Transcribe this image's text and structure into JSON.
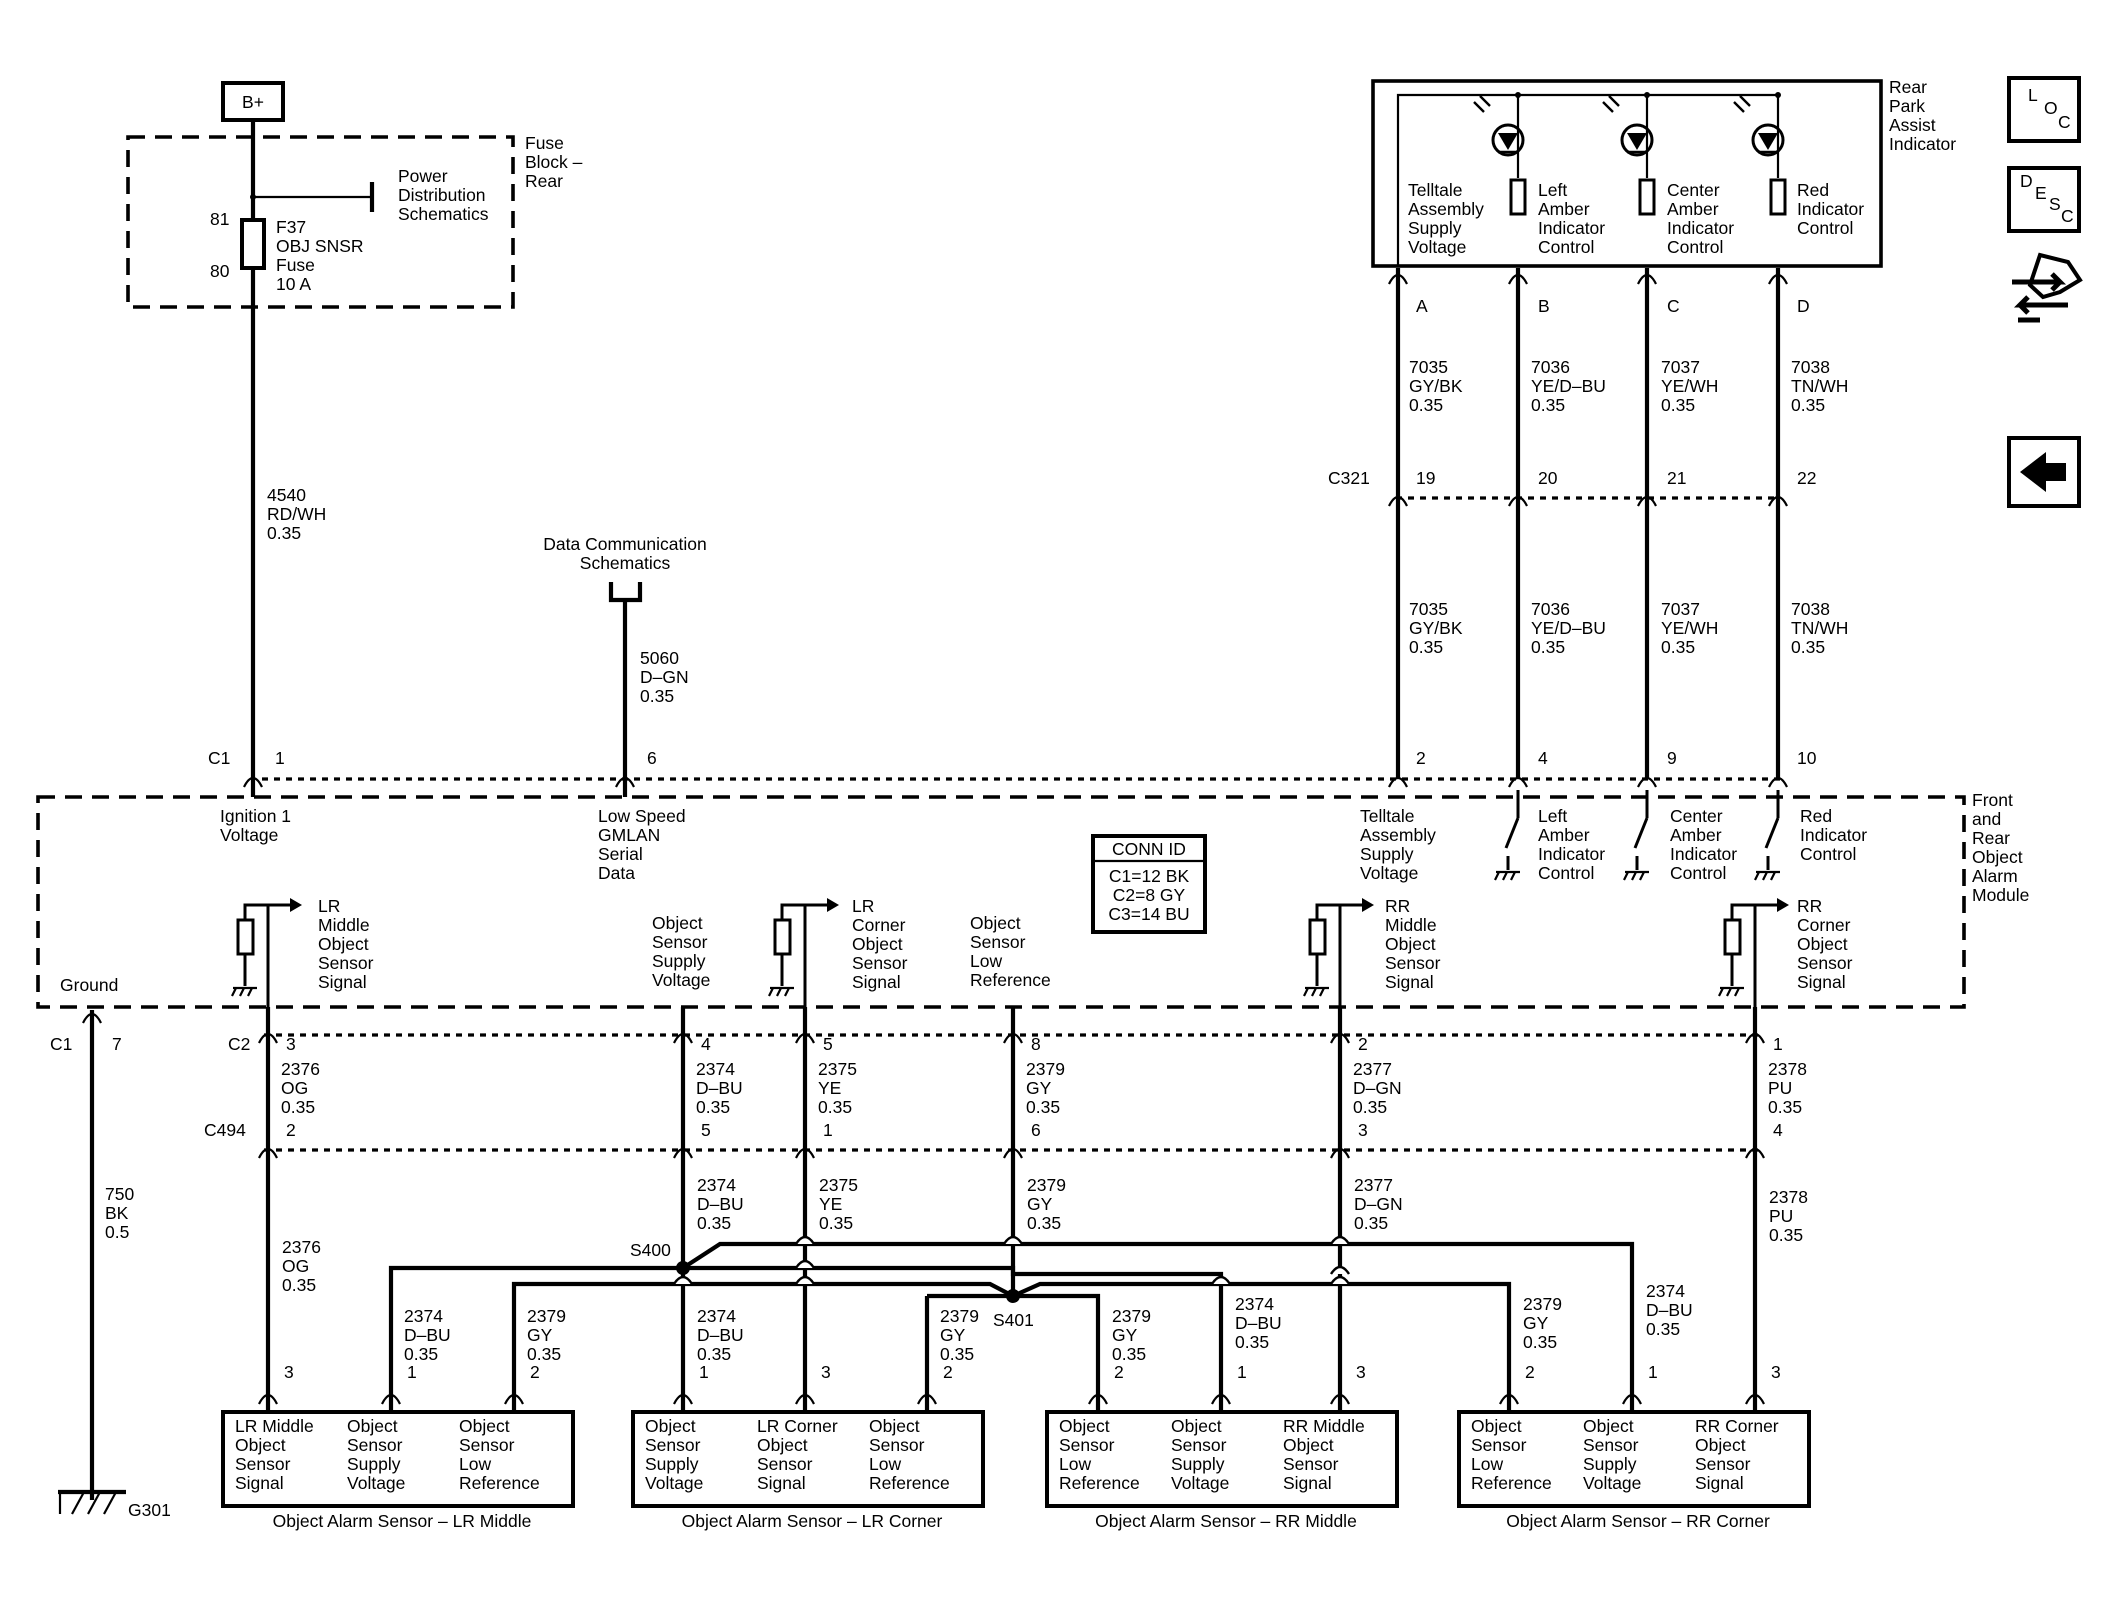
{
  "supply": {
    "label": "B+"
  },
  "fuse_block": {
    "title": [
      "Fuse",
      "Block –",
      "Rear"
    ],
    "power_ref": [
      "Power",
      "Distribution",
      "Schematics"
    ],
    "pin_top": "81",
    "pin_bottom": "80",
    "fuse": [
      "F37",
      "OBJ SNSR",
      "Fuse",
      "10 A"
    ]
  },
  "wire_4540": [
    "4540",
    "RD/WH",
    "0.35"
  ],
  "data_comm": {
    "ref": [
      "Data Communication",
      "Schematics"
    ],
    "wire": [
      "5060",
      "D–GN",
      "0.35"
    ]
  },
  "indicator": {
    "title": [
      "Rear",
      "Park",
      "Assist",
      "Indicator"
    ],
    "functions": [
      [
        "Telltale",
        "Assembly",
        "Supply",
        "Voltage"
      ],
      [
        "Left",
        "Amber",
        "Indicator",
        "Control"
      ],
      [
        "Center",
        "Amber",
        "Indicator",
        "Control"
      ],
      [
        "Red",
        "Indicator",
        "Control"
      ]
    ],
    "pins": [
      "A",
      "B",
      "C",
      "D"
    ],
    "wires": [
      [
        "7035",
        "GY/BK",
        "0.35"
      ],
      [
        "7036",
        "YE/D–BU",
        "0.35"
      ],
      [
        "7037",
        "YE/WH",
        "0.35"
      ],
      [
        "7038",
        "TN/WH",
        "0.35"
      ]
    ]
  },
  "c321": {
    "label": "C321",
    "pins": [
      "19",
      "20",
      "21",
      "22"
    ]
  },
  "module": {
    "title": [
      "Front",
      "and",
      "Rear",
      "Object",
      "Alarm",
      "Module"
    ],
    "c1_label": "C1",
    "c1_top_pins": [
      "1",
      "6",
      "2",
      "4",
      "9",
      "10"
    ],
    "ign": [
      "Ignition 1",
      "Voltage"
    ],
    "gmlan": [
      "Low Speed",
      "GMLAN",
      "Serial",
      "Data"
    ],
    "telltale": [
      "Telltale",
      "Assembly",
      "Supply",
      "Voltage"
    ],
    "left_amber": [
      "Left",
      "Amber",
      "Indicator",
      "Control"
    ],
    "center_amber": [
      "Center",
      "Amber",
      "Indicator",
      "Control"
    ],
    "red_ind": [
      "Red",
      "Indicator",
      "Control"
    ],
    "conn_id": {
      "title": "CONN ID",
      "lines": [
        "C1=12 BK",
        "C2=8 GY",
        "C3=14 BU"
      ]
    },
    "lr_middle_sig": [
      "LR",
      "Middle",
      "Object",
      "Sensor",
      "Signal"
    ],
    "supply_v": [
      "Object",
      "Sensor",
      "Supply",
      "Voltage"
    ],
    "lr_corner_sig": [
      "LR",
      "Corner",
      "Object",
      "Sensor",
      "Signal"
    ],
    "low_ref": [
      "Object",
      "Sensor",
      "Low",
      "Reference"
    ],
    "rr_middle_sig": [
      "RR",
      "Middle",
      "Object",
      "Sensor",
      "Signal"
    ],
    "rr_corner_sig": [
      "RR",
      "Corner",
      "Object",
      "Sensor",
      "Signal"
    ],
    "ground": "Ground"
  },
  "c1_ground": {
    "conn": "C1",
    "pin": "7",
    "wire": [
      "750",
      "BK",
      "0.5"
    ],
    "ground_id": "G301"
  },
  "c2": {
    "label": "C2",
    "pins": [
      "3",
      "4",
      "5",
      "8",
      "2",
      "1"
    ]
  },
  "c494": {
    "label": "C494",
    "pins": [
      "2",
      "5",
      "1",
      "6",
      "3",
      "4"
    ]
  },
  "wires_c2_c494": [
    [
      "2376",
      "OG",
      "0.35"
    ],
    [
      "2374",
      "D–BU",
      "0.35"
    ],
    [
      "2375",
      "YE",
      "0.35"
    ],
    [
      "2379",
      "GY",
      "0.35"
    ],
    [
      "2377",
      "D–GN",
      "0.35"
    ],
    [
      "2378",
      "PU",
      "0.35"
    ]
  ],
  "wires_below_c494": [
    [
      "2376",
      "OG",
      "0.35"
    ],
    [
      "2374",
      "D–BU",
      "0.35"
    ],
    [
      "2375",
      "YE",
      "0.35"
    ],
    [
      "2379",
      "GY",
      "0.35"
    ],
    [
      "2377",
      "D–GN",
      "0.35"
    ],
    [
      "2378",
      "PU",
      "0.35"
    ]
  ],
  "splices": {
    "s400": "S400",
    "s401": "S401"
  },
  "branch_wires": {
    "lrm_supply": [
      "2374",
      "D–BU",
      "0.35"
    ],
    "lrm_lowref": [
      "2379",
      "GY",
      "0.35"
    ],
    "lrc_supply": [
      "2374",
      "D–BU",
      "0.35"
    ],
    "lrc_lowref": [
      "2379",
      "GY",
      "0.35"
    ],
    "rrm_lowref": [
      "2379",
      "GY",
      "0.35"
    ],
    "rrm_supply": [
      "2374",
      "D–BU",
      "0.35"
    ],
    "rrc_lowref": [
      "2379",
      "GY",
      "0.35"
    ],
    "rrc_supply": [
      "2374",
      "D–BU",
      "0.35"
    ]
  },
  "sensors": [
    {
      "title": "Object Alarm Sensor – LR Middle",
      "pins": [
        "3",
        "1",
        "2"
      ],
      "cells": [
        [
          "LR Middle",
          "Object",
          "Sensor",
          "Signal"
        ],
        [
          "Object",
          "Sensor",
          "Supply",
          "Voltage"
        ],
        [
          "Object",
          "Sensor",
          "Low",
          "Reference"
        ]
      ]
    },
    {
      "title": "Object Alarm Sensor – LR Corner",
      "pins": [
        "1",
        "3",
        "2"
      ],
      "cells": [
        [
          "Object",
          "Sensor",
          "Supply",
          "Voltage"
        ],
        [
          "LR Corner",
          "Object",
          "Sensor",
          "Signal"
        ],
        [
          "Object",
          "Sensor",
          "Low",
          "Reference"
        ]
      ]
    },
    {
      "title": "Object Alarm Sensor – RR Middle",
      "pins": [
        "2",
        "1",
        "3"
      ],
      "cells": [
        [
          "Object",
          "Sensor",
          "Low",
          "Reference"
        ],
        [
          "Object",
          "Sensor",
          "Supply",
          "Voltage"
        ],
        [
          "RR Middle",
          "Object",
          "Sensor",
          "Signal"
        ]
      ]
    },
    {
      "title": "Object Alarm Sensor – RR Corner",
      "pins": [
        "2",
        "1",
        "3"
      ],
      "cells": [
        [
          "Object",
          "Sensor",
          "Low",
          "Reference"
        ],
        [
          "Object",
          "Sensor",
          "Supply",
          "Voltage"
        ],
        [
          "RR Corner",
          "Object",
          "Sensor",
          "Signal"
        ]
      ]
    }
  ],
  "nav_icons": {
    "loc": [
      "L",
      "O",
      "C"
    ],
    "desc": [
      "D",
      "E",
      "S",
      "C"
    ]
  }
}
